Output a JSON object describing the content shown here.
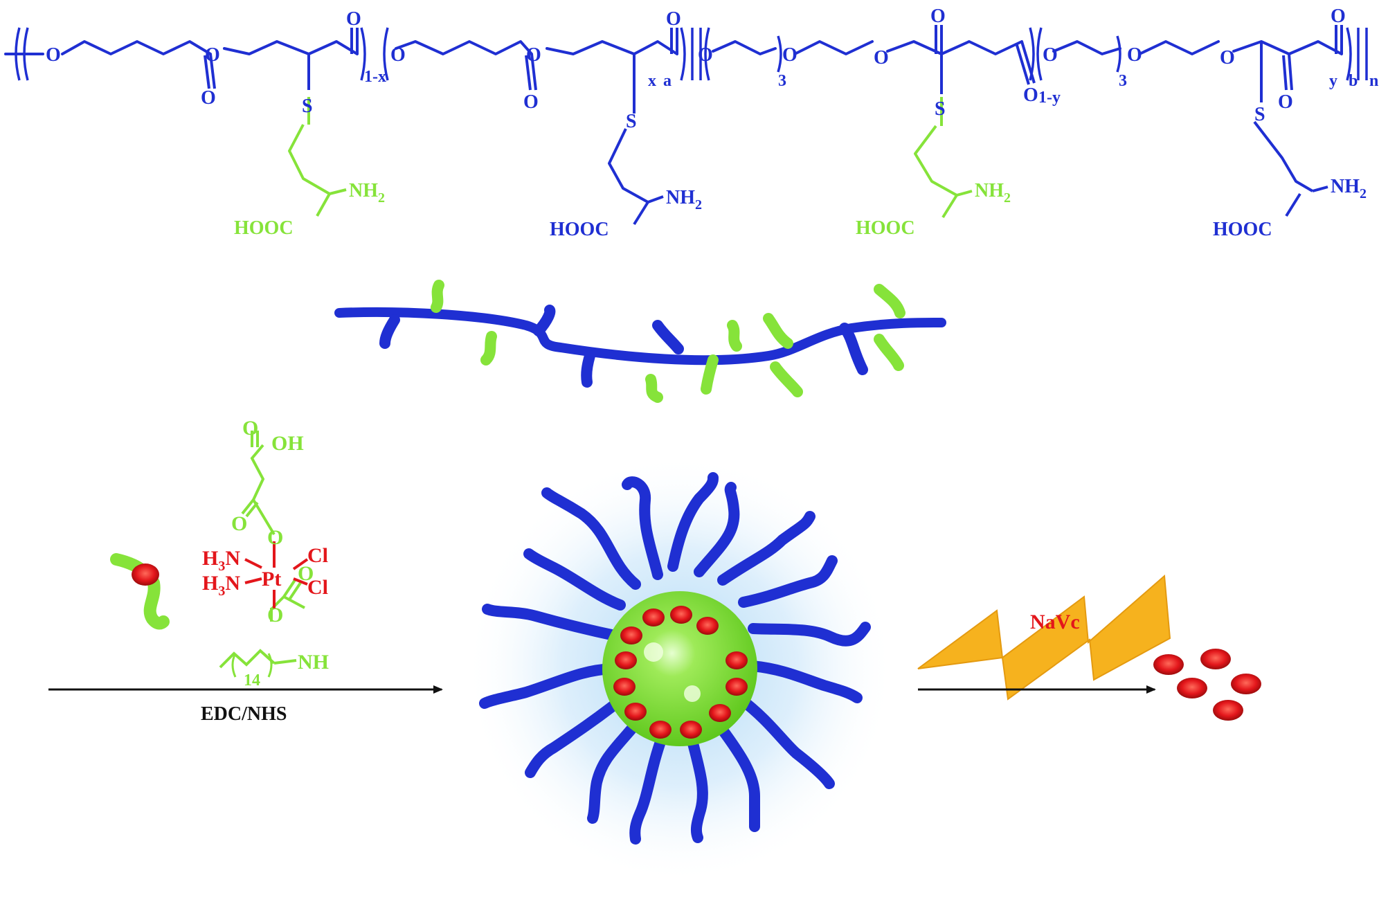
{
  "colors": {
    "polymer_blue": "#1f2fd2",
    "cysteine_green": "#86e33a",
    "platinum_red": "#e3161b",
    "arrow_black": "#111111",
    "bolt_orange": "#f6b21e",
    "halo_blue": "#a9d6f5"
  },
  "formula": {
    "oxygen": "O",
    "sulfur": "S",
    "amine": "NH",
    "amine_sub": "2",
    "acid": "HOOC",
    "sub_1x": "1-x",
    "sub_x": "x",
    "sub_a": "a",
    "sub_3": "3",
    "sub_1y": "1-y",
    "sub_y": "y",
    "sub_b": "b",
    "sub_n": "n"
  },
  "prodrug": {
    "oh": "OH",
    "o": "O",
    "h3n": "H",
    "h3n_sub": "3",
    "h3n_n": "N",
    "pt": "Pt",
    "cl": "Cl",
    "nh": "NH",
    "chain_sub": "14"
  },
  "reaction": {
    "reagent": "EDC/NHS",
    "reductant": "NaVc"
  }
}
